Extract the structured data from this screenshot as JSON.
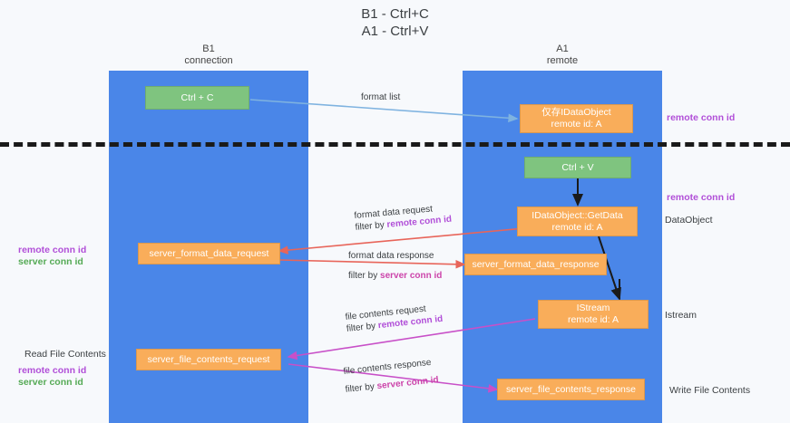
{
  "title": {
    "line1": "B1 - Ctrl+C",
    "line2": "A1 - Ctrl+V"
  },
  "lanes": [
    {
      "name": "B1",
      "sub": "connection"
    },
    {
      "name": "A1",
      "sub": "remote"
    }
  ],
  "boxes": {
    "ctrl_c": {
      "line1": "Ctrl + C",
      "color": "#7fc47f"
    },
    "idataobject": {
      "line1": "仅存IDataObject",
      "line2": "remote id: A",
      "color": "#f9ad5a"
    },
    "ctrl_v": {
      "line1": "Ctrl + V",
      "color": "#7fc47f"
    },
    "getdata": {
      "line1": "IDataObject::GetData",
      "line2": "remote id: A",
      "color": "#f9ad5a"
    },
    "server_format_data_request": {
      "line1": "server_format_data_request",
      "color": "#f9ad5a"
    },
    "server_format_data_response": {
      "line1": "server_format_data_response",
      "color": "#f9ad5a"
    },
    "istream": {
      "line1": "IStream",
      "line2": "remote id: A",
      "color": "#f9ad5a"
    },
    "server_file_contents_request": {
      "line1": "server_file_contents_request",
      "color": "#f9ad5a"
    },
    "server_file_contents_response": {
      "line1": "server_file_contents_response",
      "color": "#f9ad5a"
    }
  },
  "arrow_labels": {
    "format_list": {
      "text": "format list"
    },
    "format_data_request": {
      "line1": "format data request",
      "filter_prefix": "filter by ",
      "filter_key": "remote conn id"
    },
    "format_data_response": {
      "line1": "format data response",
      "filter_prefix": "filter by ",
      "filter_key": "server conn id"
    },
    "file_contents_request": {
      "line1": "file contents request",
      "filter_prefix": "filter by ",
      "filter_key": "remote conn id"
    },
    "file_contents_response": {
      "line1": "file contents response",
      "filter_prefix": "filter by ",
      "filter_key": "server conn id"
    }
  },
  "side_notes": {
    "right_top_remote": "remote conn id",
    "right_mid_remote": "remote conn id",
    "right_dataobject": "DataObject",
    "right_istream": "Istream",
    "right_write_file": "Write File Contents",
    "left_remote_1": "remote conn id",
    "left_server_1": "server conn id",
    "left_read_file": "Read File Contents",
    "left_remote_2": "remote conn id",
    "left_server_2": "server conn id"
  },
  "colors": {
    "lane": "#4a86e8",
    "orange": "#f9ad5a",
    "green": "#7fc47f",
    "arrow_blue": "#7fb3e0",
    "arrow_red": "#e8655a",
    "arrow_magenta": "#c850c8",
    "arrow_black": "#1a1a1a",
    "remote_text": "#b14fd8",
    "server_text": "#55aa55",
    "divider": "#1a1a1a"
  }
}
